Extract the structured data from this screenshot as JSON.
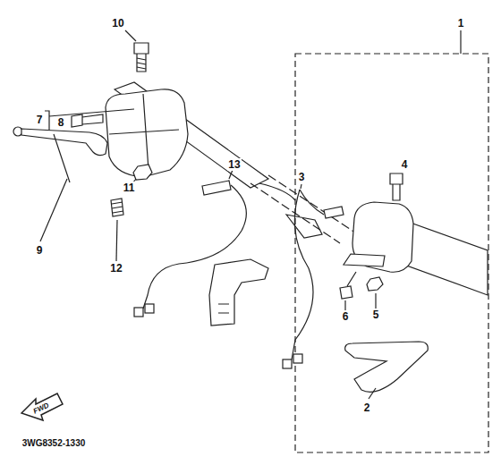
{
  "diagram": {
    "labels": [
      "10",
      "7",
      "8",
      "11",
      "9",
      "12",
      "13",
      "3",
      "4",
      "1",
      "5",
      "6",
      "2",
      "FWD",
      "3WG8352-1330"
    ]
  }
}
